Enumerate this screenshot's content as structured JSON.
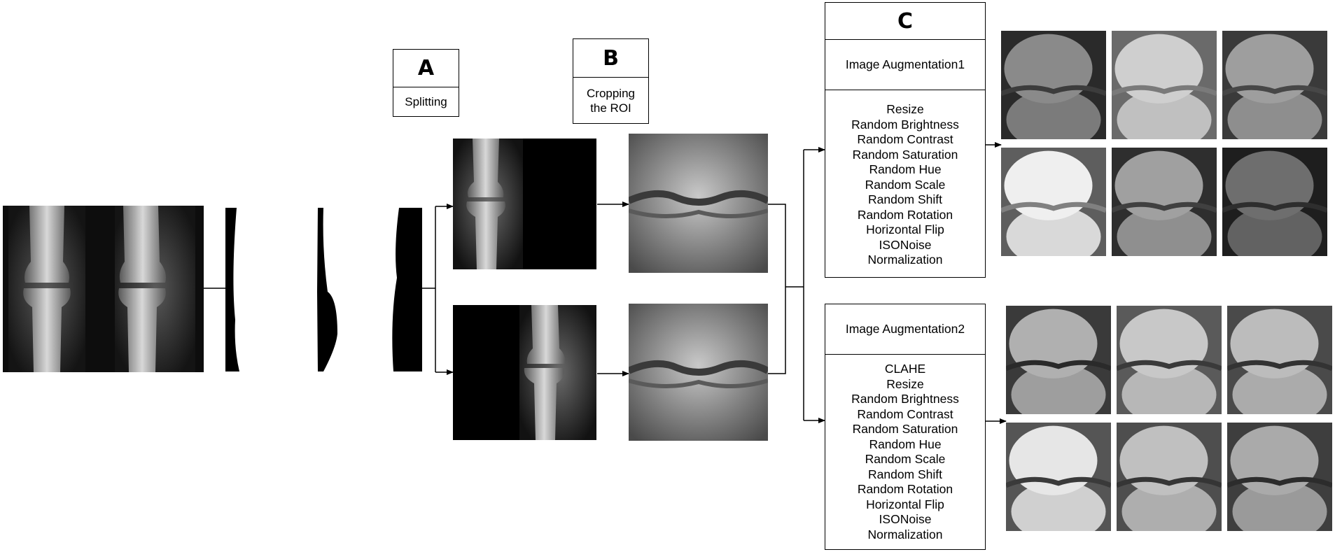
{
  "stage_a": {
    "letter": "A",
    "label": "Splitting"
  },
  "stage_b": {
    "letter": "B",
    "label": "Cropping the ROI"
  },
  "stage_c": {
    "letter": "C",
    "aug1": {
      "title": "Image Augmentation1",
      "steps": [
        "Resize",
        "Random Brightness",
        "Random Contrast",
        "Random Saturation",
        "Random Hue",
        "Random Scale",
        "Random Shift",
        "Random Rotation",
        "Horizontal Flip",
        "ISONoise",
        "Normalization"
      ]
    },
    "aug2": {
      "title": "Image Augmentation2",
      "steps": [
        "CLAHE",
        "Resize",
        "Random Brightness",
        "Random Contrast",
        "Random Saturation",
        "Random Hue",
        "Random Scale",
        "Random Shift",
        "Random Rotation",
        "Horizontal Flip",
        "ISONoise",
        "Normalization"
      ]
    }
  },
  "images": {
    "input": "bilateral-knee-xray",
    "mask": "segmentation-mask",
    "split_top": "left-knee-half",
    "split_bottom": "right-knee-half",
    "roi_top": "knee-roi-crop",
    "roi_bottom": "knee-roi-crop",
    "aug1_grid": "augmented-samples-1",
    "aug2_grid": "augmented-samples-2"
  },
  "colors": {
    "line": "#000000",
    "background": "#ffffff"
  }
}
